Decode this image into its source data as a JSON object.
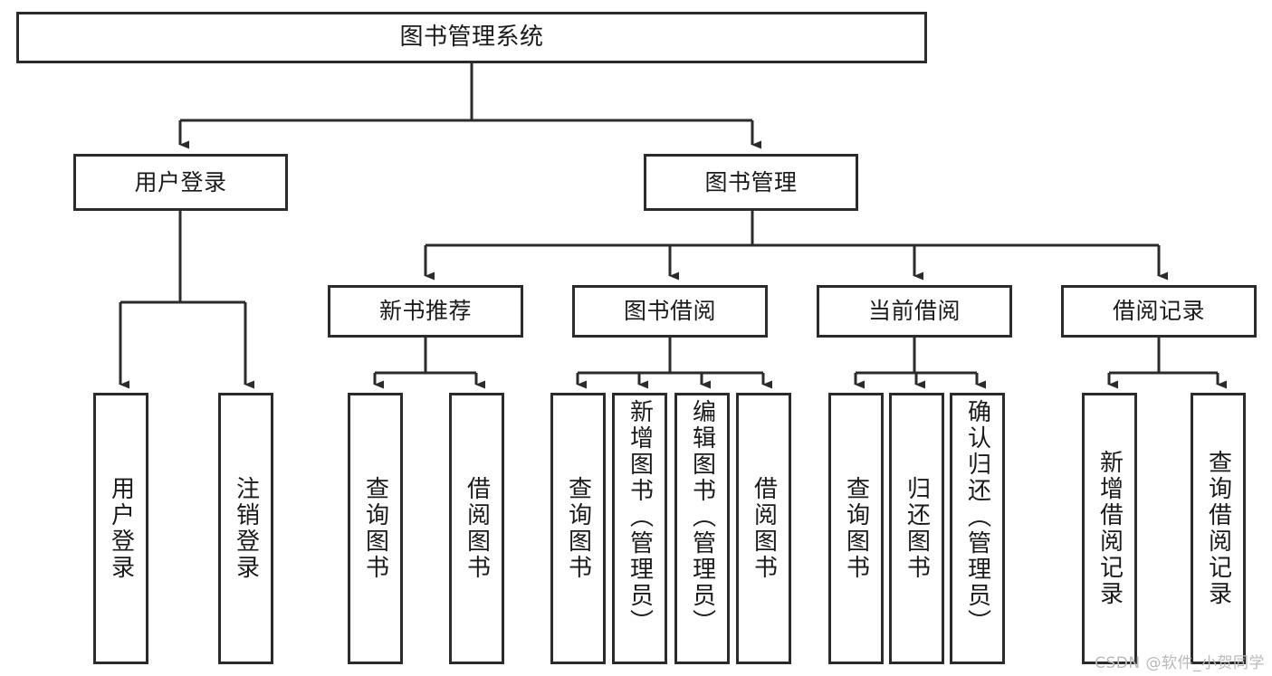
{
  "diagram": {
    "title": "图书管理系统",
    "type": "tree-hierarchy-diagram",
    "watermark": "CSDN @软件_小贺同学",
    "colors": {
      "box_border": "#2b2b2b",
      "box_fill": "#ffffff",
      "connector": "#2b2b2b",
      "text": "#1a1a1a",
      "watermark": "#b9b9b9",
      "background": "#ffffff"
    },
    "root": {
      "label": "图书管理系统"
    },
    "level1": [
      {
        "label": "用户登录"
      },
      {
        "label": "图书管理"
      }
    ],
    "level2": [
      {
        "label": "新书推荐"
      },
      {
        "label": "图书借阅"
      },
      {
        "label": "当前借阅"
      },
      {
        "label": "借阅记录"
      }
    ],
    "leaves": {
      "user_login": [
        {
          "label": "用户登录"
        },
        {
          "label": "注销登录"
        }
      ],
      "new_book_recommend": [
        {
          "label": "查询图书"
        },
        {
          "label": "借阅图书"
        }
      ],
      "book_borrow": [
        {
          "label": "查询图书"
        },
        {
          "label": "新增图书（管理员）"
        },
        {
          "label": "编辑图书（管理员）"
        },
        {
          "label": "借阅图书"
        }
      ],
      "current_borrow": [
        {
          "label": "查询图书"
        },
        {
          "label": "归还图书"
        },
        {
          "label": "确认归还（管理员）"
        }
      ],
      "borrow_records": [
        {
          "label": "新增借阅记录"
        },
        {
          "label": "查询借阅记录"
        }
      ]
    }
  }
}
